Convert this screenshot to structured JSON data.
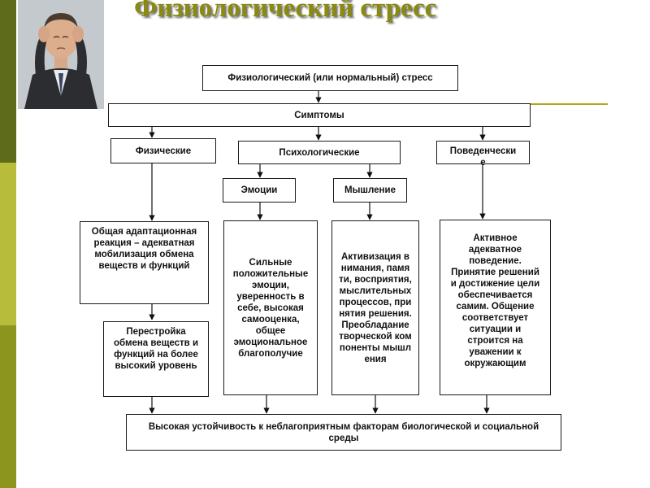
{
  "title": "Физиологический стресс",
  "diagram": {
    "root": "Физиологический (или нормальный) стресс",
    "symptoms": "Симптомы",
    "categories": {
      "physical": "Физические",
      "psychological": "Психологические",
      "behavioral": "Поведенчески е"
    },
    "subcategories": {
      "emotions": "Эмоции",
      "thinking": "Мышление"
    },
    "details": {
      "physical_1": "Общая адаптационная реакция – адекватная мобилизация обмена веществ и функций",
      "physical_2": "Перестройка обмена веществ и функций на более высокий уровень",
      "emotions": "Сильные положительные эмоции, уверенность в себе, высокая самооценка, общее эмоциональное благополучие",
      "thinking": "Активизация внимания, памяти, восприятия, мыслительных процессов, принятия решения. Преобладание творческой компоненты мышления",
      "behavioral": "Активное адекватное поведение. Принятие решений и достижение цели обеспечивается самим. Общение соответствует ситуации и строится на уважении к окружающим"
    },
    "result": "Высокая устойчивость к неблагоприятным факторам биологической и социальной среды"
  }
}
